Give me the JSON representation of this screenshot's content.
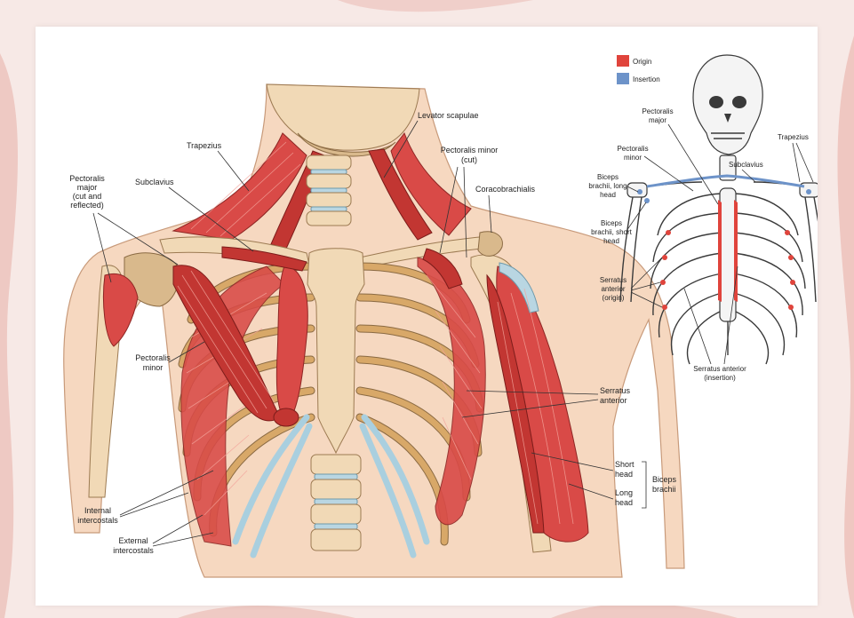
{
  "legend": {
    "origin_label": "Origin",
    "insertion_label": "Insertion",
    "origin_color": "#e0443c",
    "insertion_color": "#6d93c9"
  },
  "main_labels": {
    "trapezius": "Trapezius",
    "subclavius": "Subclavius",
    "pectoralis_major": [
      "Pectoralis",
      "major",
      "(cut and",
      "reflected)"
    ],
    "levator_scapulae": "Levator scapulae",
    "pectoralis_minor_cut": [
      "Pectoralis minor",
      "(cut)"
    ],
    "coracobrachialis": "Coracobrachialis",
    "pectoralis_minor": [
      "Pectoralis",
      "minor"
    ],
    "serratus_anterior": [
      "Serratus",
      "anterior"
    ],
    "short_head": [
      "Short",
      "head"
    ],
    "long_head": [
      "Long",
      "head"
    ],
    "biceps_brachii": [
      "Biceps",
      "brachii"
    ],
    "internal_intercostals": [
      "Internal",
      "intercostals"
    ],
    "external_intercostals": [
      "External",
      "intercostals"
    ]
  },
  "inset_labels": {
    "pectoralis_major": [
      "Pectoralis",
      "major"
    ],
    "pectoralis_minor": [
      "Pectoralis",
      "minor"
    ],
    "trapezius": "Trapezius",
    "subclavius": "Subclavius",
    "biceps_long": [
      "Biceps",
      "brachii, long",
      "head"
    ],
    "biceps_short": [
      "Biceps",
      "brachii, short",
      "head"
    ],
    "serratus_origin": [
      "Serratus",
      "anterior",
      "(origin)"
    ],
    "serratus_insertion": [
      "Serratus anterior",
      "(insertion)"
    ]
  }
}
